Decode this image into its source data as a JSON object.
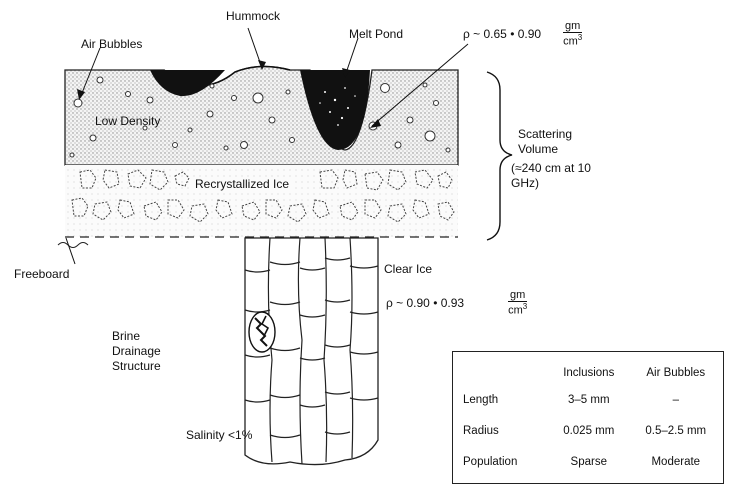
{
  "labels": {
    "hummock": "Hummock",
    "melt_pond": "Melt Pond",
    "air_bubbles": "Air Bubbles",
    "low_density": "Low Density",
    "recrystallized_ice": "Recrystallized Ice",
    "freeboard": "Freeboard",
    "clear_ice": "Clear Ice",
    "brine_drainage": "Brine Drainage Structure",
    "salinity": "Salinity <1%",
    "scattering_volume": "Scattering Volume",
    "scattering_detail": "(≈240 cm at 10 GHz)"
  },
  "density_top": {
    "prefix": "ρ ~ 0.65 • 0.90",
    "num": "gm",
    "den": "cm",
    "exp": "3"
  },
  "density_clear": {
    "prefix": "ρ ~ 0.90 • 0.93",
    "num": "gm",
    "den": "cm",
    "exp": "3"
  },
  "table": {
    "headers": [
      "",
      "Inclusions",
      "Air Bubbles"
    ],
    "rows": [
      {
        "label": "Length",
        "inclusions": "3–5 mm",
        "air_bubbles": "–"
      },
      {
        "label": "Radius",
        "inclusions": "0.025 mm",
        "air_bubbles": "0.5–2.5 mm"
      },
      {
        "label": "Population",
        "inclusions": "Sparse",
        "air_bubbles": "Moderate"
      }
    ]
  }
}
